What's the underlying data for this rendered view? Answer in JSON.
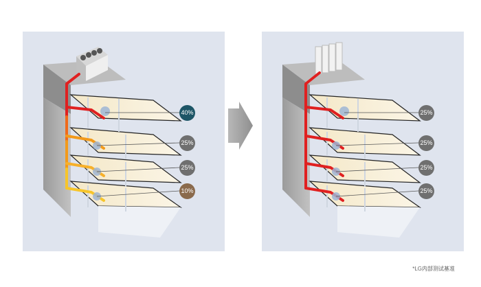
{
  "before": {
    "percentages": [
      "40%",
      "25%",
      "25%",
      "10%"
    ],
    "bubble_colors": [
      "#1d5566",
      "#6f6f6f",
      "#6f6f6f",
      "#8a6a4c"
    ]
  },
  "after": {
    "percentages": [
      "25%",
      "25%",
      "25%",
      "25%"
    ],
    "bubble_colors": [
      "#6f6f6f",
      "#6f6f6f",
      "#6f6f6f",
      "#6f6f6f"
    ]
  },
  "footnote": "*LG内部测试基准",
  "colors": {
    "panel_bg": "#dfe4ee",
    "pipe_red": "#e02020",
    "pipe_orange": "#f39a1a",
    "pipe_yellow": "#f7c52a",
    "arrow": "#9a9a9a"
  }
}
